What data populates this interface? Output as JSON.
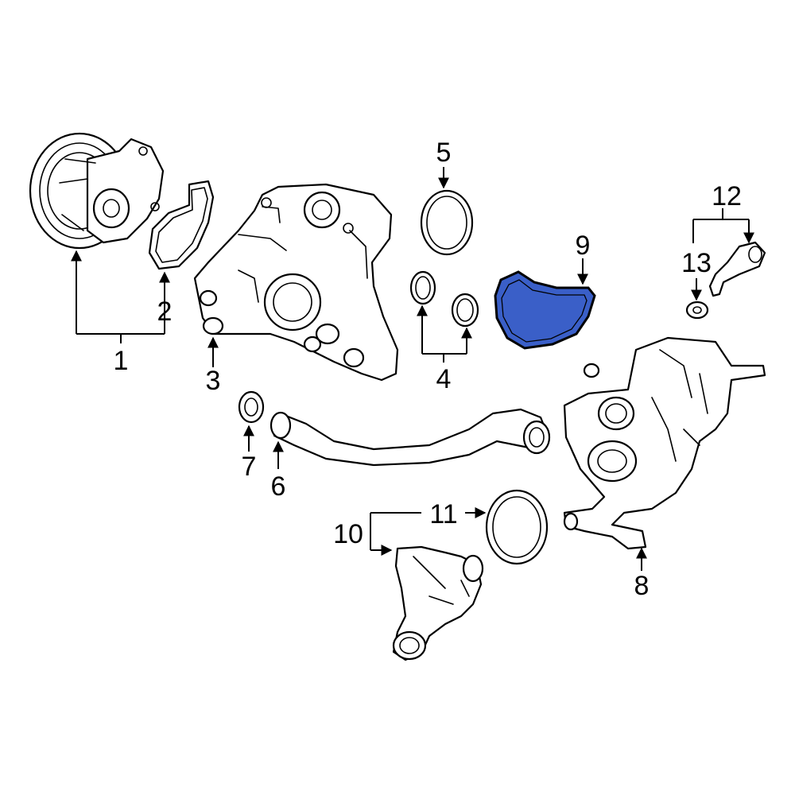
{
  "diagram": {
    "highlight_color": "#3a5fc8",
    "highlighted_part": "9",
    "callouts": [
      {
        "id": "c1",
        "label": "1"
      },
      {
        "id": "c2",
        "label": "2"
      },
      {
        "id": "c3",
        "label": "3"
      },
      {
        "id": "c4",
        "label": "4"
      },
      {
        "id": "c5",
        "label": "5"
      },
      {
        "id": "c6",
        "label": "6"
      },
      {
        "id": "c7",
        "label": "7"
      },
      {
        "id": "c8",
        "label": "8"
      },
      {
        "id": "c9",
        "label": "9"
      },
      {
        "id": "c10",
        "label": "10"
      },
      {
        "id": "c11",
        "label": "11"
      },
      {
        "id": "c12",
        "label": "12"
      },
      {
        "id": "c13",
        "label": "13"
      }
    ]
  }
}
